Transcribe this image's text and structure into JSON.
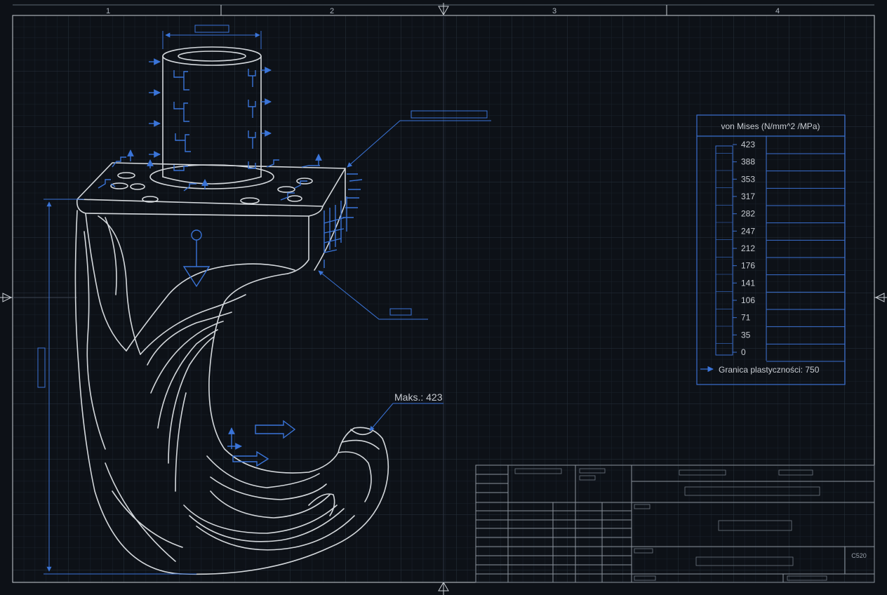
{
  "zones": [
    "1",
    "2",
    "3",
    "4"
  ],
  "max_callout": "Maks.: 423",
  "scale": {
    "title": "von Mises (N/mm^2 /MPa)",
    "ticks": [
      "423",
      "388",
      "353",
      "317",
      "282",
      "247",
      "212",
      "176",
      "141",
      "106",
      "71",
      "35",
      "0"
    ],
    "yield_label": "Granica plastyczności: 750"
  },
  "title_block": {
    "doc_code": "C520"
  },
  "colors": {
    "background": "#0d1117",
    "grid": "#1f2933",
    "linework": "#d4d8dc",
    "annotation": "#3a74d8",
    "table": "#3a6fd0"
  }
}
